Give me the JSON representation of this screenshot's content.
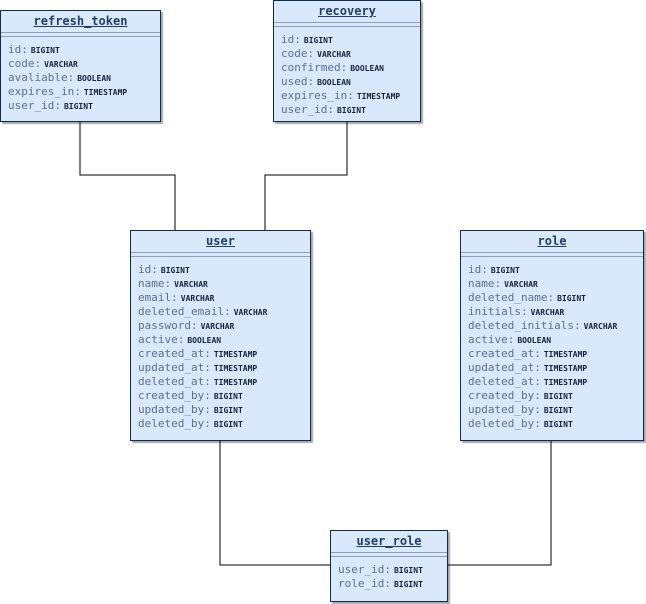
{
  "entities": [
    {
      "key": "refresh_token",
      "name": "refresh_token",
      "fields": [
        {
          "name": "id:",
          "type": "BIGINT"
        },
        {
          "name": "code:",
          "type": "VARCHAR"
        },
        {
          "name": "avaliable:",
          "type": "BOOLEAN"
        },
        {
          "name": "expires_in:",
          "type": "TIMESTAMP"
        },
        {
          "name": "user_id:",
          "type": "BIGINT"
        }
      ]
    },
    {
      "key": "recovery",
      "name": "recovery",
      "fields": [
        {
          "name": "id:",
          "type": "BIGINT"
        },
        {
          "name": "code:",
          "type": "VARCHAR"
        },
        {
          "name": "confirmed:",
          "type": "BOOLEAN"
        },
        {
          "name": "used:",
          "type": "BOOLEAN"
        },
        {
          "name": "expires_in:",
          "type": "TIMESTAMP"
        },
        {
          "name": "user_id:",
          "type": "BIGINT"
        }
      ]
    },
    {
      "key": "user",
      "name": "user",
      "fields": [
        {
          "name": "id:",
          "type": "BIGINT"
        },
        {
          "name": "name:",
          "type": "VARCHAR"
        },
        {
          "name": "email:",
          "type": "VARCHAR"
        },
        {
          "name": "deleted_email:",
          "type": "VARCHAR"
        },
        {
          "name": "password:",
          "type": "VARCHAR"
        },
        {
          "name": "active:",
          "type": "BOOLEAN"
        },
        {
          "name": "created_at:",
          "type": "TIMESTAMP"
        },
        {
          "name": "updated_at:",
          "type": "TIMESTAMP"
        },
        {
          "name": "deleted_at:",
          "type": "TIMESTAMP"
        },
        {
          "name": "created_by:",
          "type": "BIGINT"
        },
        {
          "name": "updated_by:",
          "type": "BIGINT"
        },
        {
          "name": "deleted_by:",
          "type": "BIGINT"
        }
      ]
    },
    {
      "key": "role",
      "name": "role",
      "fields": [
        {
          "name": "id:",
          "type": "BIGINT"
        },
        {
          "name": "name:",
          "type": "VARCHAR"
        },
        {
          "name": "deleted_name:",
          "type": "BIGINT"
        },
        {
          "name": "initials:",
          "type": "VARCHAR"
        },
        {
          "name": "deleted_initials:",
          "type": "VARCHAR"
        },
        {
          "name": "active:",
          "type": "BOOLEAN"
        },
        {
          "name": "created_at:",
          "type": "TIMESTAMP"
        },
        {
          "name": "updated_at:",
          "type": "TIMESTAMP"
        },
        {
          "name": "deleted_at:",
          "type": "TIMESTAMP"
        },
        {
          "name": "created_by:",
          "type": "BIGINT"
        },
        {
          "name": "updated_by:",
          "type": "BIGINT"
        },
        {
          "name": "deleted_by:",
          "type": "BIGINT"
        }
      ]
    },
    {
      "key": "user_role",
      "name": "user_role",
      "fields": [
        {
          "name": "user_id:",
          "type": "BIGINT"
        },
        {
          "name": "role_id:",
          "type": "BIGINT"
        }
      ]
    }
  ],
  "relations": [
    {
      "from": "refresh_token",
      "to": "user"
    },
    {
      "from": "recovery",
      "to": "user"
    },
    {
      "from": "user",
      "to": "user_role"
    },
    {
      "from": "role",
      "to": "user_role"
    }
  ],
  "colors": {
    "entity_fill": "#dae8fc",
    "entity_border": "#0f2c4f",
    "title_text": "#1f3f6b",
    "field_name_text": "#59708f",
    "field_type_text": "#12233d",
    "connector": "#000000"
  }
}
